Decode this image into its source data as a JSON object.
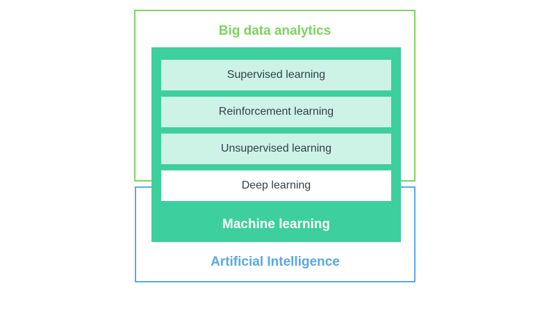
{
  "diagram": {
    "big_data": {
      "label": "Big data analytics",
      "border_color": "#7ed35f",
      "text_color": "#7ed35f"
    },
    "artificial_intelligence": {
      "label": "Artificial Intelligence",
      "border_color": "#58a9e2",
      "text_color": "#58a9e2"
    },
    "machine_learning": {
      "label": "Machine learning",
      "fill_color": "#3ecf9e",
      "text_color": "#ffffff"
    },
    "ml_items": [
      {
        "label": "Supervised learning",
        "fill_color": "#cdf2e6",
        "text_color": "#333f48"
      },
      {
        "label": "Reinforcement learning",
        "fill_color": "#cdf2e6",
        "text_color": "#333f48"
      },
      {
        "label": "Unsupervised learning",
        "fill_color": "#cdf2e6",
        "text_color": "#333f48"
      },
      {
        "label": "Deep learning",
        "fill_color": "#ffffff",
        "text_color": "#333f48"
      }
    ]
  }
}
